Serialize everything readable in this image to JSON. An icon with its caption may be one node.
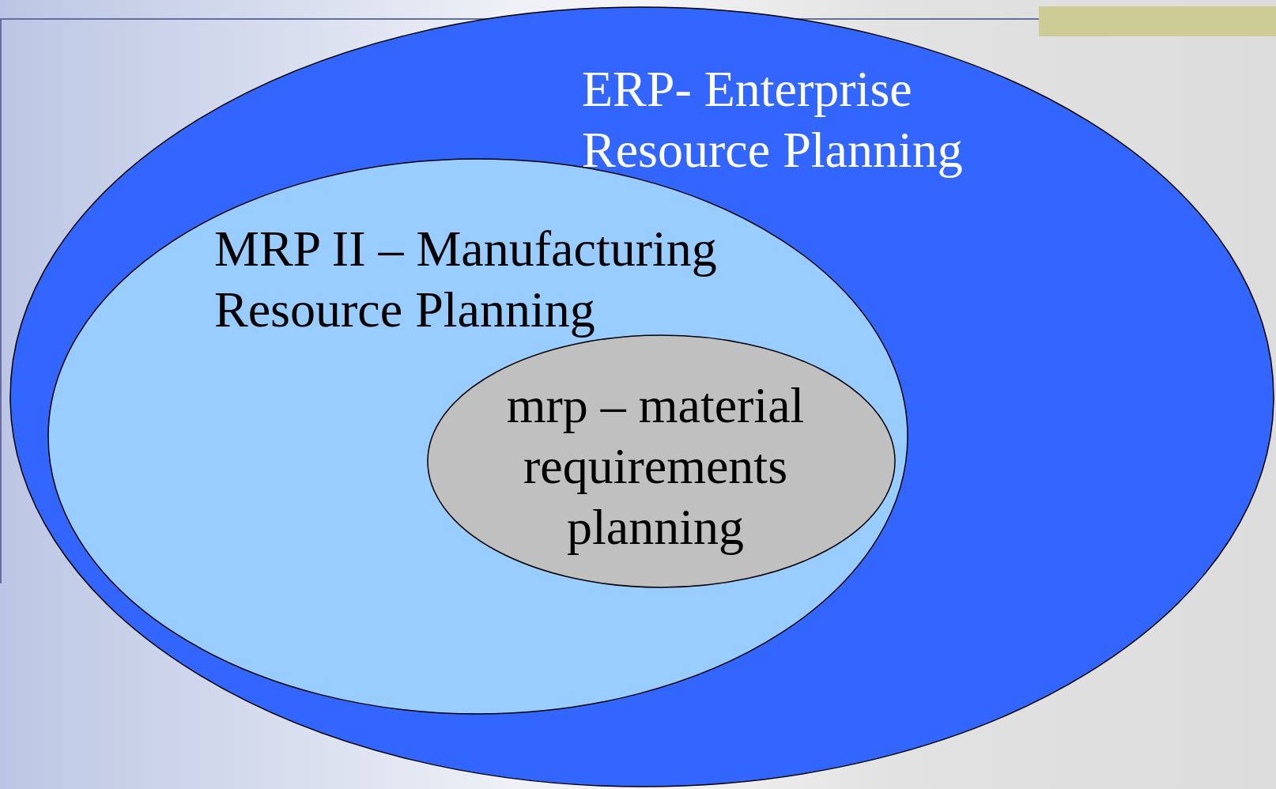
{
  "diagram": {
    "nodes": [
      {
        "text": [
          "ERP- Enterprise Resource Planning"
        ]
      },
      {
        "text": [
          "MRP II – Manufacturing Resource Planning"
        ],
        "in": 0
      },
      {
        "text": [
          "mrp – material requirements planning"
        ],
        "in": 1
      }
    ],
    "edges": []
  }
}
